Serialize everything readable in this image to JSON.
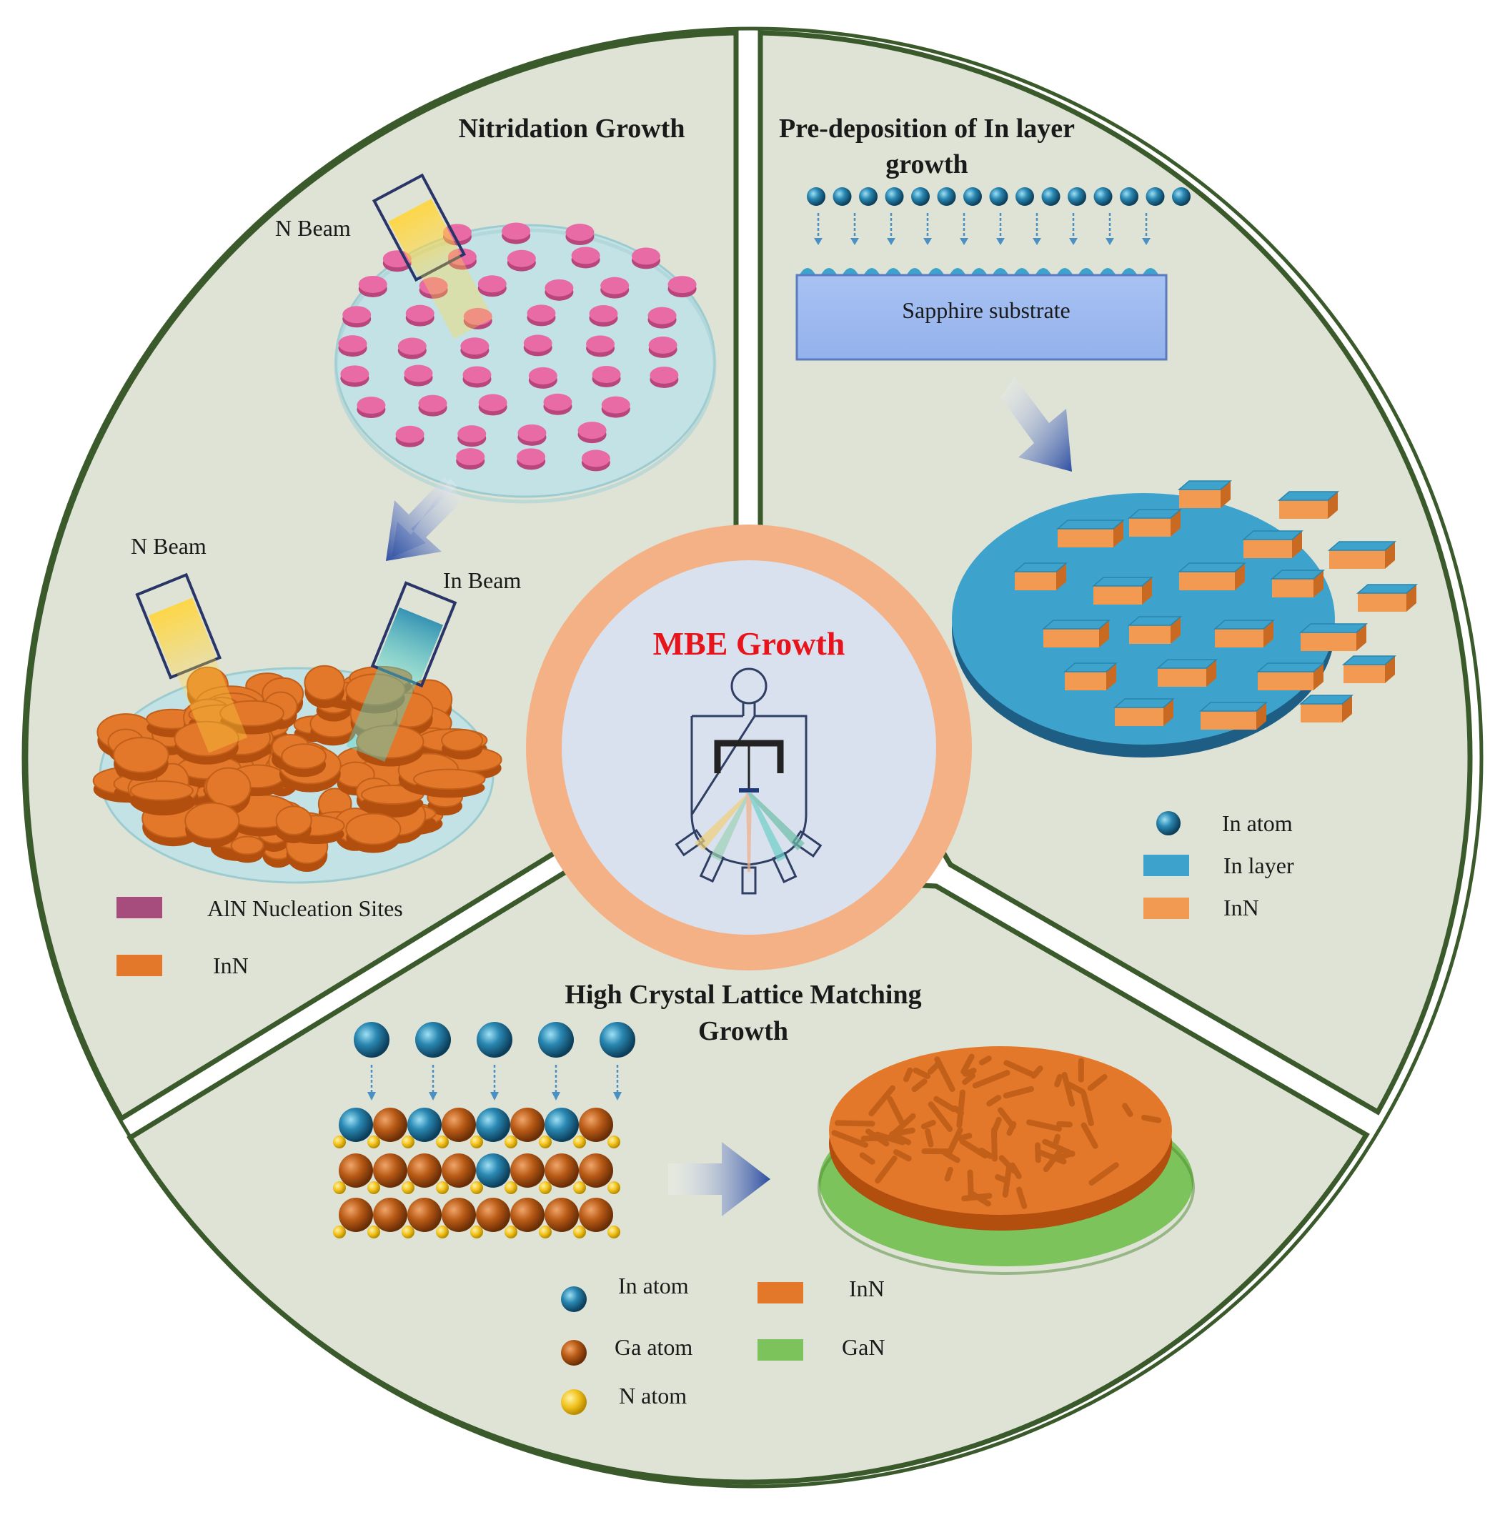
{
  "center": {
    "title": "MBE Growth",
    "title_color": "#e8141b",
    "ring_color": "#f4b186",
    "inner_color": "#d9e0ee"
  },
  "panels": {
    "nitridation": {
      "title": "Nitridation Growth",
      "n_beam_label_1": "N Beam",
      "n_beam_label_2": "N Beam",
      "in_beam_label": "In Beam",
      "legend": [
        {
          "label": "AlN Nucleation Sites",
          "color": "#a74d7d"
        },
        {
          "label": "InN",
          "color": "#e3782b"
        }
      ]
    },
    "predeposition": {
      "title_line1": "Pre-deposition of In layer",
      "title_line2": "growth",
      "substrate_label": "Sapphire substrate",
      "legend": [
        {
          "label": "In atom",
          "icon": "sphere",
          "color": "#1a6f98"
        },
        {
          "label": "In layer",
          "icon": "swatch",
          "color": "#3da3cc"
        },
        {
          "label": "InN",
          "icon": "swatch",
          "color": "#f39a52"
        }
      ]
    },
    "lattice": {
      "title_line1": "High Crystal Lattice Matching",
      "title_line2": "Growth",
      "legend": [
        {
          "label": "In atom",
          "icon": "sphere",
          "color": "#1a6f98"
        },
        {
          "label": "InN",
          "icon": "swatch",
          "color": "#e3782b"
        },
        {
          "label": "Ga atom",
          "icon": "sphere",
          "color": "#b85a16"
        },
        {
          "label": "GaN",
          "icon": "swatch",
          "color": "#7cc35b"
        },
        {
          "label": "N atom",
          "icon": "sphere",
          "color": "#f1c21c"
        }
      ]
    }
  },
  "colors": {
    "panel_fill": "#dfe3d6",
    "panel_border": "#3b5a2b",
    "pink_site": "#e86ba6",
    "disc": "#c3e2e6",
    "inn_orange": "#e3782b",
    "in_layer_blue": "#3da3cc",
    "arrow_blue": "#2d4ea2",
    "gan_green": "#7cc35b"
  }
}
